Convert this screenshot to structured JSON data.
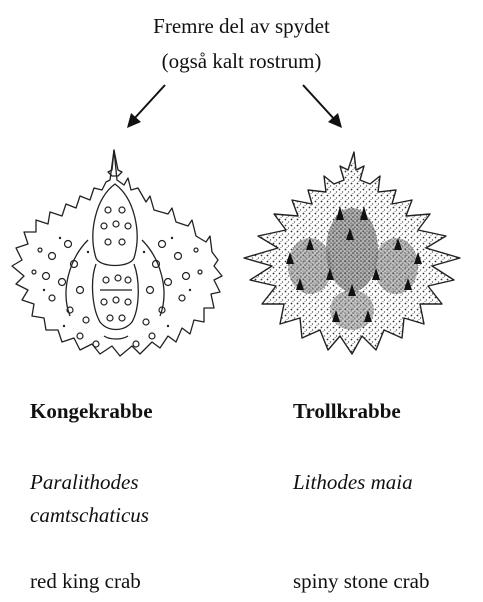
{
  "header": {
    "line1": "Fremre del av spydet",
    "line2": "(også kalt rostrum)"
  },
  "crabs": [
    {
      "common_name": "Kongekrabbe",
      "latin_line1": "Paralithodes",
      "latin_line2": "camtschaticus",
      "english_name": "red king crab",
      "illustration": "king-crab-carapace-outline"
    },
    {
      "common_name": "Trollkrabbe",
      "latin_line1": "Lithodes maia",
      "latin_line2": "",
      "english_name": "spiny stone crab",
      "illustration": "stone-crab-carapace-stippled"
    }
  ],
  "colors": {
    "ink": "#111111",
    "background": "#ffffff"
  }
}
